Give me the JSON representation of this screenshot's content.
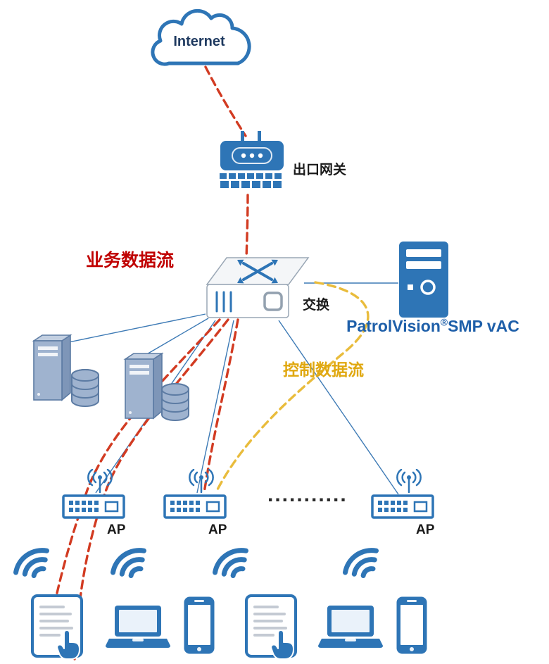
{
  "diagram": {
    "internet": {
      "label": "Internet"
    },
    "gateway": {
      "label": "出口网关"
    },
    "switch": {
      "label": "交换"
    },
    "flows": {
      "business": {
        "label": "业务数据流"
      },
      "control": {
        "label": "控制数据流"
      }
    },
    "vac": {
      "brand": "PatrolVision",
      "reg": "®",
      "product": "SMP vAC"
    },
    "access_points": [
      {
        "label": "AP"
      },
      {
        "label": "AP"
      },
      {
        "label": "AP"
      }
    ],
    "ellipsis": "...........",
    "colors": {
      "device_blue": "#2E75B6",
      "line_blue": "#3D7AB5",
      "flow_red": "#D23B22",
      "flow_yellow": "#E9BC3C",
      "business_text": "#C00000",
      "control_text": "#E0A810",
      "brand_text": "#1E5FA9",
      "text_dark": "#1F3A60",
      "label_black": "#1A1A1A",
      "server_fill": "#9FB3CF",
      "server_stroke": "#5C7BA3",
      "server_side": "#7E96B8",
      "server_top": "#C2CFE1",
      "screen_light": "#EAF2FA",
      "content_gray": "#C4CAD3"
    }
  }
}
